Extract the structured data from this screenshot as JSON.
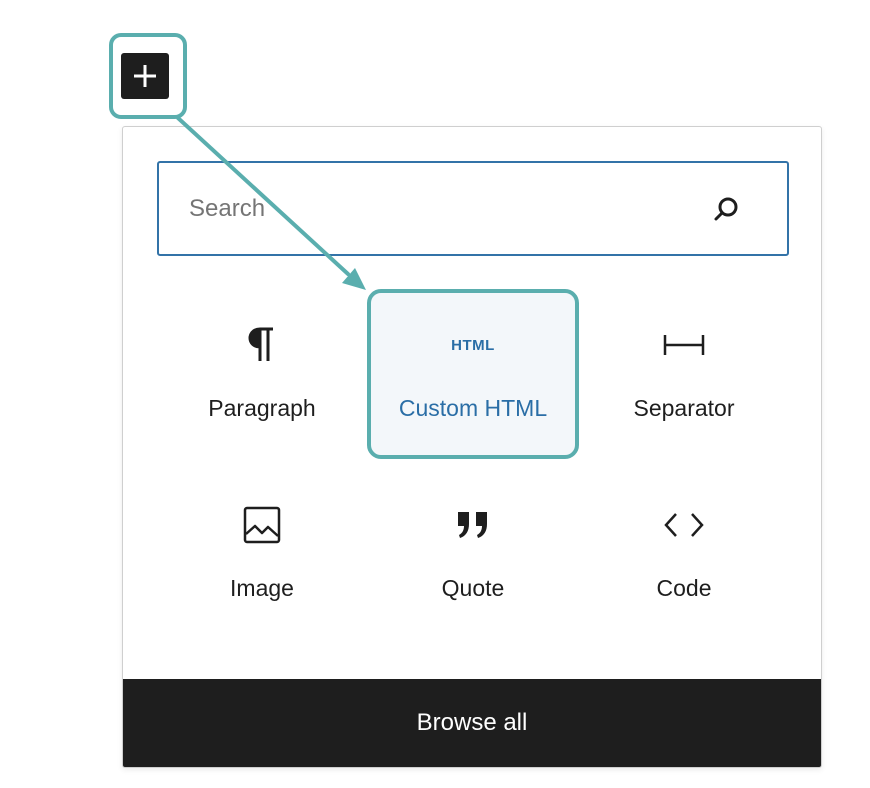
{
  "inserter": {
    "add_button_icon": "plus-icon",
    "search": {
      "placeholder": "Search",
      "icon": "search-icon"
    },
    "blocks": [
      {
        "label": "Paragraph",
        "icon": "paragraph-icon"
      },
      {
        "label": "Custom HTML",
        "icon": "html-icon",
        "icon_text": "HTML",
        "selected": true
      },
      {
        "label": "Separator",
        "icon": "separator-icon"
      },
      {
        "label": "Image",
        "icon": "image-icon"
      },
      {
        "label": "Quote",
        "icon": "quote-icon"
      },
      {
        "label": "Code",
        "icon": "code-icon"
      }
    ],
    "footer_label": "Browse all"
  },
  "colors": {
    "dark": "#1e1e1e",
    "accent_blue": "#3373a8",
    "selected_text": "#2a6ea6",
    "highlight_teal": "#5aaeae"
  }
}
